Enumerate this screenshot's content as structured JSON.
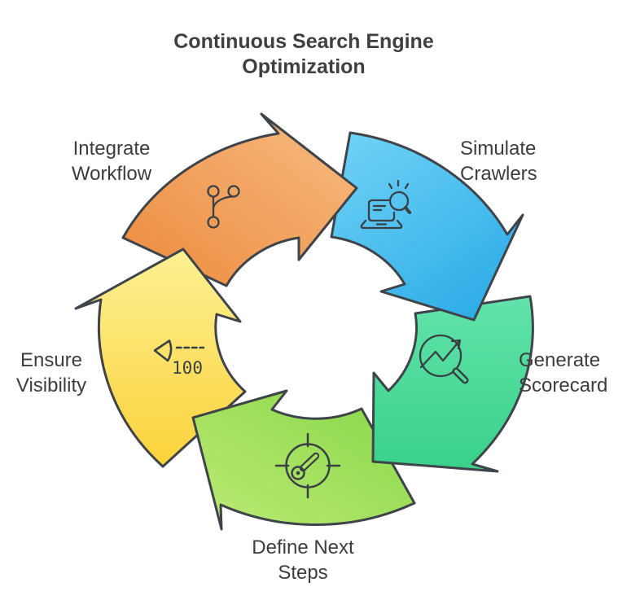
{
  "title": "Continuous Search Engine\nOptimization",
  "steps": [
    {
      "label": "Integrate\nWorkflow",
      "icon": "git-branch-icon",
      "gradient_start": "#ec8a3c",
      "gradient_end": "#f8bc84"
    },
    {
      "label": "Simulate\nCrawlers",
      "icon": "laptop-search-icon",
      "gradient_start": "#71d4f7",
      "gradient_end": "#2fade8"
    },
    {
      "label": "Generate\nScorecard",
      "icon": "chart-magnifier-icon",
      "gradient_start": "#62e3ab",
      "gradient_end": "#38d189"
    },
    {
      "label": "Define Next\nSteps",
      "icon": "target-key-icon",
      "gradient_start": "#bdea75",
      "gradient_end": "#86d748"
    },
    {
      "label": "Ensure\nVisibility",
      "icon": "visibility-gauge-icon",
      "gradient_start": "#fdf194",
      "gradient_end": "#fbd23a",
      "value": "100"
    }
  ],
  "colors": {
    "outline": "#3f444a",
    "icon": "#3a4045",
    "title_text": "#3f3f3f",
    "label_text": "#3d3d3d",
    "background": "#ffffff",
    "green_handle_core": "#4bdc9a",
    "lime_key_core": "#a8e35f"
  }
}
